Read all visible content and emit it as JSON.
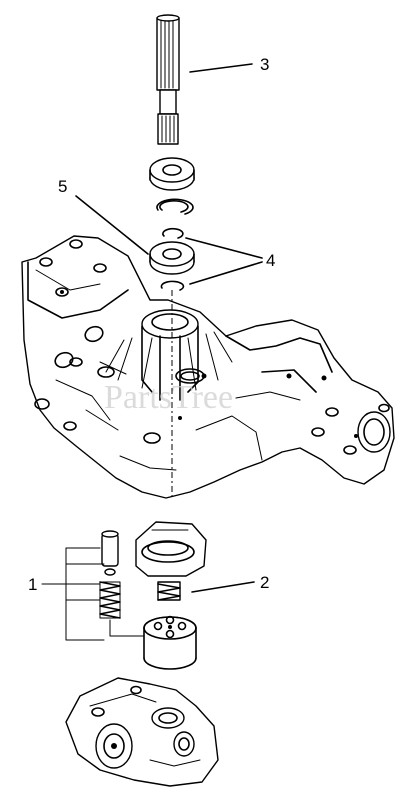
{
  "watermark": "PartsTree",
  "callouts": {
    "c1": "1",
    "c2": "2",
    "c3": "3",
    "c4": "4",
    "c5": "5"
  }
}
